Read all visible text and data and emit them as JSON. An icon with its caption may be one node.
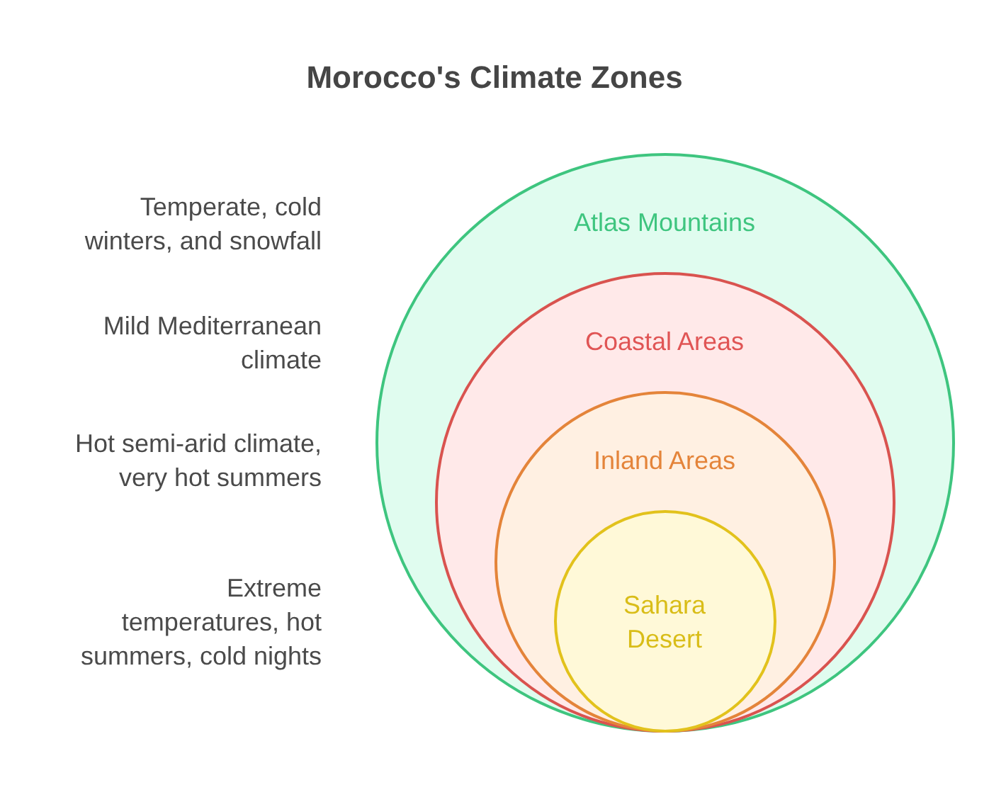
{
  "diagram": {
    "title": "Morocco's Climate Zones",
    "nodes": [
      {
        "text": [
          "Atlas Mountains"
        ]
      },
      {
        "text": [
          "Coastal Areas"
        ],
        "in": 0
      },
      {
        "text": [
          "Inland Areas"
        ],
        "in": 1
      },
      {
        "text": [
          "Sahara Desert"
        ],
        "in": 2
      }
    ],
    "labels": [
      "Temperate, cold winters, and snowfall",
      "Mild Mediterranean climate",
      "Hot semi-arid climate, very hot summers",
      "Extreme temperatures, hot summers, cold nights"
    ]
  }
}
